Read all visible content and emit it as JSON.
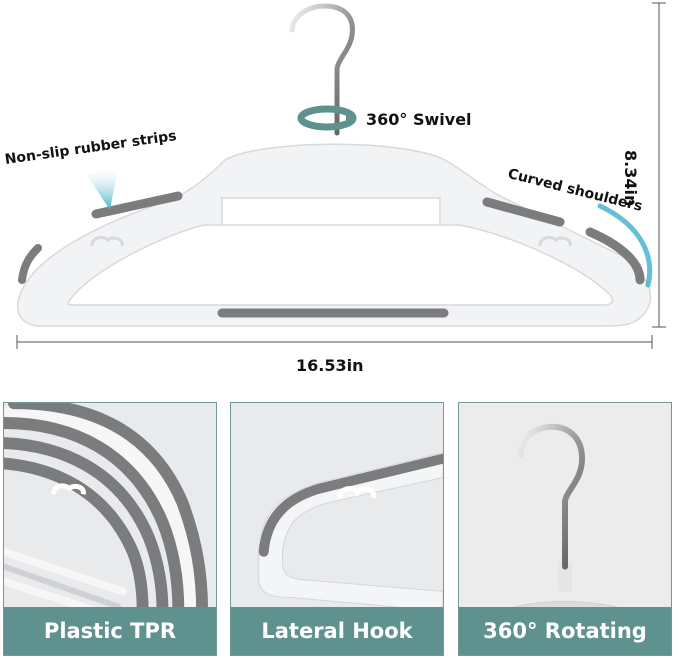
{
  "labels": {
    "swivel": "360° Swivel",
    "non_slip": "Non-slip rubber strips",
    "curved": "Curved shoulders",
    "height": "8.34in",
    "width": "16.53in"
  },
  "panels": [
    {
      "caption": "Plastic TPR"
    },
    {
      "caption": "Lateral Hook"
    },
    {
      "caption": "360° Rotating"
    }
  ],
  "colors": {
    "accent": "#5f928f",
    "strip": "#7b7c7e",
    "hanger": "#f2f3f5"
  }
}
